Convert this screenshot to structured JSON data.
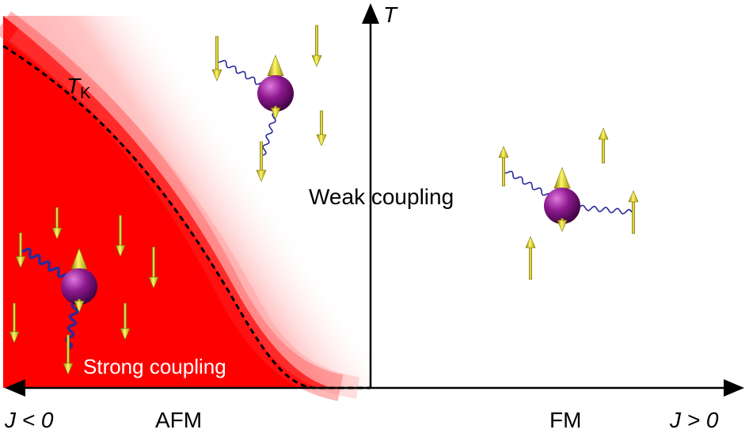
{
  "diagram": {
    "axis_y_label": "T",
    "axis_x_left_label": "J < 0",
    "axis_x_right_label": "J > 0",
    "region_left_label": "AFM",
    "region_right_label": "FM",
    "kondo_curve_label": "T",
    "kondo_curve_subscript": "K",
    "strong_coupling_label": "Strong coupling",
    "weak_coupling_label": "Weak coupling",
    "colors": {
      "strong_region": "#ff0000",
      "impurity": "#8e1a8e",
      "spin_arrow": "#e6dc1a",
      "coupling_line": "#2a2a9a",
      "axes": "#000000"
    },
    "clusters": [
      {
        "name": "strong-coupling-cluster",
        "conduction_spins": "down",
        "impurity_spin": "up",
        "coupling": "strong"
      },
      {
        "name": "weak-coupling-afm-cluster",
        "conduction_spins": "down",
        "impurity_spin": "up",
        "coupling": "weak"
      },
      {
        "name": "fm-cluster",
        "conduction_spins": "up",
        "impurity_spin": "up",
        "coupling": "weak"
      }
    ]
  }
}
